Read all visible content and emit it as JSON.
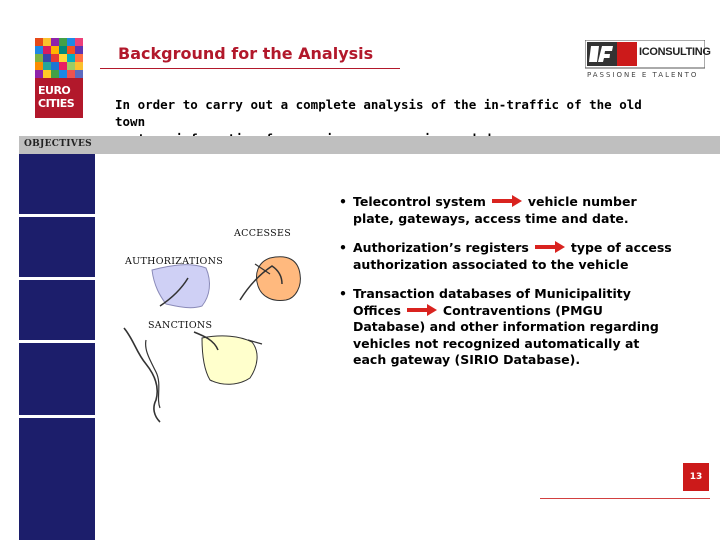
{
  "header": {
    "title": "Background for the Analysis",
    "logo_left_text": [
      "EURO",
      "CITIES"
    ],
    "logo_right_text": "ICONSULTING",
    "logo_right_tagline": "PASSIONE E TALENTO"
  },
  "intro": {
    "line1": "In order to carry out a complete analysis of the in-traffic of the old town",
    "line2": "centre, information from various sources is needed:"
  },
  "section_label": "OBJECTIVES",
  "diagram": {
    "label_accesses": "ACCESSES",
    "label_authorizations": "AUTHORIZATIONS",
    "label_sanctions": "SANCTIONS"
  },
  "bullets": [
    {
      "a": "Telecontrol system",
      "b": "vehicle number",
      "rest": "plate, gateways, access time and date."
    },
    {
      "a": "Authorization’s registers",
      "b": "type of access",
      "rest": "authorization associated to the vehicle"
    },
    {
      "a": "Transaction databases of Municipalitity",
      "b2a": "Offices",
      "b2b": "Contraventions (PMGU",
      "rest1": "Database) and other information regarding",
      "rest2": "vehicles not recognized automatically at",
      "rest3": "each gateway (SIRIO Database)."
    }
  ],
  "page_number": "13",
  "colors": {
    "accent": "#b2182b",
    "sidebar_blue": "#1c1e6b",
    "arrow": "#d9231f"
  }
}
